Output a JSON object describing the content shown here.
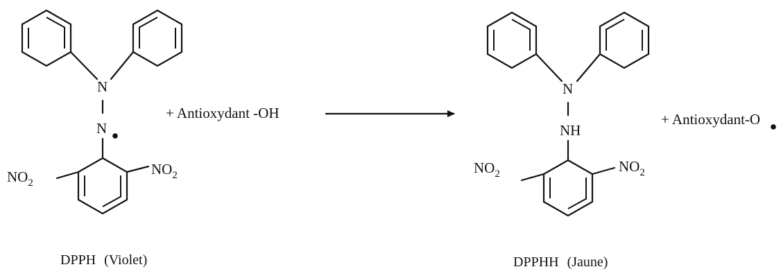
{
  "scheme": {
    "reactant": {
      "name": "DPPH",
      "color_label": "(Violet)",
      "hydrazyl_atom": "N",
      "amine_atom": "N",
      "nitro_group": "NO",
      "nitro_subscript": "2"
    },
    "reagent": {
      "text": "+ Antioxydant -OH"
    },
    "product": {
      "name": "DPPHH",
      "color_label": "(Jaune)",
      "amine_atom": "N",
      "hydrazine_atom": "NH",
      "nitro_group": "NO",
      "nitro_subscript": "2"
    },
    "byproduct": {
      "text": "+ Antioxydant-O"
    },
    "colors": {
      "ink": "#111111",
      "background": "#ffffff"
    }
  }
}
